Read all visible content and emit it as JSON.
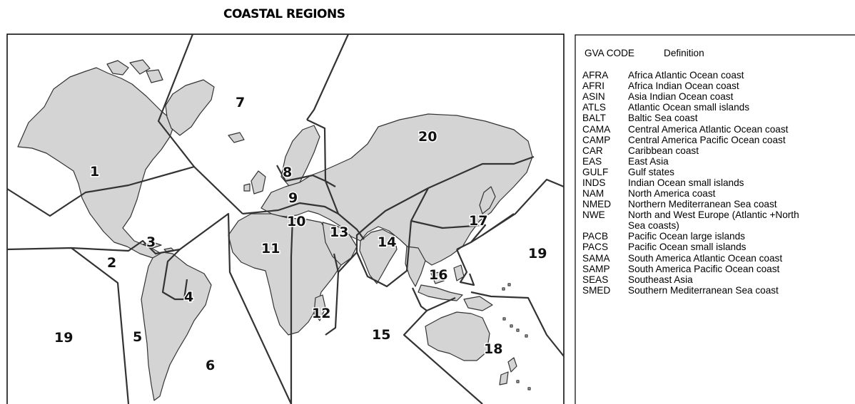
{
  "title": "COASTAL REGIONS",
  "legend": {
    "header_code": "GVA CODE",
    "header_definition": "Definition",
    "entries": [
      {
        "code": "AFRA",
        "definition": "Africa Atlantic Ocean coast"
      },
      {
        "code": "AFRI",
        "definition": "Africa Indian Ocean coast"
      },
      {
        "code": "ASIN",
        "definition": "Asia Indian Ocean coast"
      },
      {
        "code": "ATLS",
        "definition": "Atlantic Ocean small islands"
      },
      {
        "code": "BALT",
        "definition": "Baltic Sea coast"
      },
      {
        "code": "CAMA",
        "definition": "Central America Atlantic Ocean coast"
      },
      {
        "code": "CAMP",
        "definition": "Central America Pacific Ocean coast"
      },
      {
        "code": "CAR",
        "definition": "Caribbean coast"
      },
      {
        "code": "EAS",
        "definition": "East Asia"
      },
      {
        "code": "GULF",
        "definition": "Gulf states"
      },
      {
        "code": "INDS",
        "definition": "Indian Ocean small islands"
      },
      {
        "code": "NAM",
        "definition": "North America coast"
      },
      {
        "code": "NMED",
        "definition": "Northern Mediterranean Sea coast"
      },
      {
        "code": "NWE",
        "definition": "North and West Europe (Atlantic +North Sea coasts)"
      },
      {
        "code": "PACB",
        "definition": "Pacific Ocean large islands"
      },
      {
        "code": "PACS",
        "definition": "Pacific Ocean small islands"
      },
      {
        "code": "SAMA",
        "definition": "South America Atlantic Ocean coast"
      },
      {
        "code": "SAMP",
        "definition": "South America Pacific Ocean coast"
      },
      {
        "code": "SEAS",
        "definition": "Southeast Asia"
      },
      {
        "code": "SMED",
        "definition": "Southern Mediterranean Sea coast"
      }
    ]
  },
  "map": {
    "land_color": "#d4d4d4",
    "line_color": "#333333",
    "region_labels": [
      "1",
      "2",
      "3",
      "4",
      "5",
      "6",
      "7",
      "8",
      "9",
      "10",
      "11",
      "12",
      "13",
      "14",
      "15",
      "16",
      "17",
      "18",
      "19",
      "19",
      "20"
    ]
  }
}
